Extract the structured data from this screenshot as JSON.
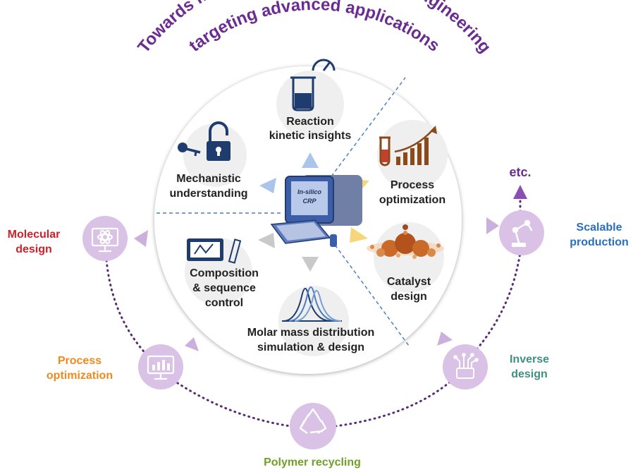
{
  "title": {
    "line1": "Towards modern polymer science & engineering",
    "line2": "targeting advanced applications"
  },
  "computer": {
    "screen_label_1": "In-silico",
    "screen_label_2": "CRP"
  },
  "inner_topics": {
    "reaction": {
      "line1": "Reaction",
      "line2": "kinetic insights",
      "icon": "beaker-gauge-icon"
    },
    "mechanistic": {
      "line1": "Mechanistic",
      "line2": "understanding",
      "icon": "lock-key-icon"
    },
    "process_opt": {
      "line1": "Process",
      "line2": "optimization",
      "icon": "test-tube-chart-icon"
    },
    "catalyst": {
      "line1": "Catalyst",
      "line2": "design",
      "icon": "catalyst-molecule-icon"
    },
    "composition": {
      "line1": "Composition",
      "line2": "& sequence",
      "line3": "control",
      "icon": "tablet-ruler-icon"
    },
    "molar_mass": {
      "line1": "Molar mass distribution",
      "line2": "simulation & design",
      "icon": "distribution-curves-icon"
    }
  },
  "outer_applications": {
    "molecular_design": {
      "line1": "Molecular",
      "line2": "design",
      "color": "#d0202a",
      "icon": "atom-monitor-icon"
    },
    "process_optimization": {
      "line1": "Process",
      "line2": "optimization",
      "color": "#f08a1c",
      "icon": "chart-monitor-icon"
    },
    "polymer_recycling": {
      "label": "Polymer recycling",
      "color": "#6fa02a",
      "icon": "recycle-icon"
    },
    "inverse_design": {
      "line1": "Inverse",
      "line2": "design",
      "color": "#3f8f82",
      "icon": "chip-icon"
    },
    "scalable_production": {
      "line1": "Scalable",
      "line2": "production",
      "color": "#2a6fbf",
      "icon": "robot-arm-icon"
    },
    "etc": {
      "label": "etc.",
      "color": "#6a2c8a"
    }
  },
  "colors": {
    "title": "#6a2c91",
    "circle_fill": "#ffffff",
    "gear": "#eeeeee",
    "lavender": "#d9c2e6",
    "lavender_dark": "#a988c4",
    "arrow_blue": "#a9c6ea",
    "arrow_yellow": "#f6d67a",
    "arrow_grey": "#c9c9c9",
    "dots": "#5a2a7a"
  }
}
